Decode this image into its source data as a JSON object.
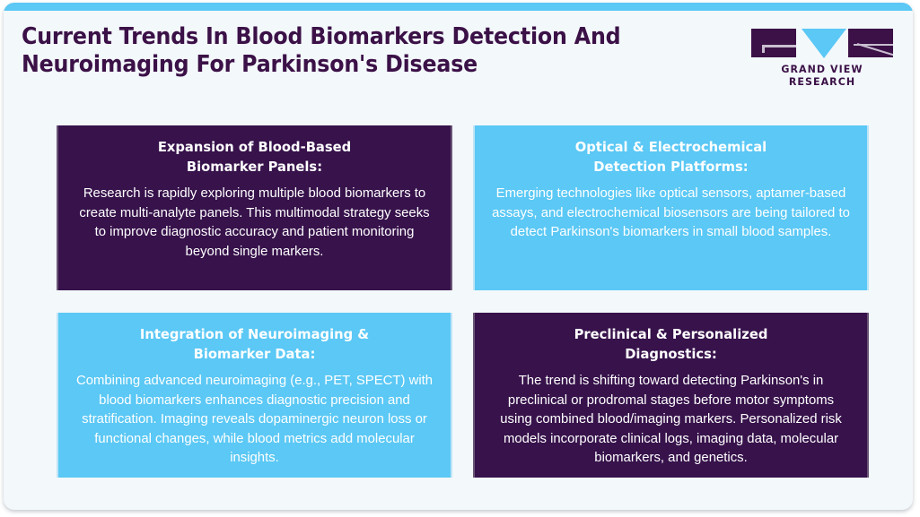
{
  "page": {
    "background_color": "#f3f8fb",
    "accent_color": "#5bc8f5",
    "dark_color": "#37124b"
  },
  "header": {
    "title": "Current Trends In Blood Biomarkers Detection And\nNeuroimaging For Parkinson's Disease"
  },
  "logo": {
    "wordmark": "GRAND VIEW RESEARCH"
  },
  "cards": [
    {
      "theme": "dark",
      "title": "Expansion of Blood-Based\nBiomarker Panels:",
      "body": "Research is rapidly exploring multiple blood biomarkers to create multi-analyte panels. This multimodal strategy seeks to improve diagnostic accuracy and patient monitoring beyond single markers."
    },
    {
      "theme": "blue",
      "title": "Optical & Electrochemical\nDetection Platforms:",
      "body": "Emerging technologies like optical sensors, aptamer-based assays, and electrochemical biosensors are being tailored to detect Parkinson's biomarkers in small blood samples."
    },
    {
      "theme": "blue",
      "title": "Integration of Neuroimaging &\nBiomarker Data:",
      "body": "Combining advanced neuroimaging (e.g., PET, SPECT) with blood biomarkers enhances diagnostic precision and stratification. Imaging reveals dopaminergic neuron loss or functional changes, while blood metrics add molecular insights."
    },
    {
      "theme": "dark",
      "title": "Preclinical & Personalized\nDiagnostics:",
      "body": "The trend is shifting toward detecting Parkinson's in preclinical or prodromal stages before motor symptoms using combined blood/imaging markers. Personalized risk models incorporate clinical logs, imaging data, molecular biomarkers, and genetics."
    }
  ]
}
